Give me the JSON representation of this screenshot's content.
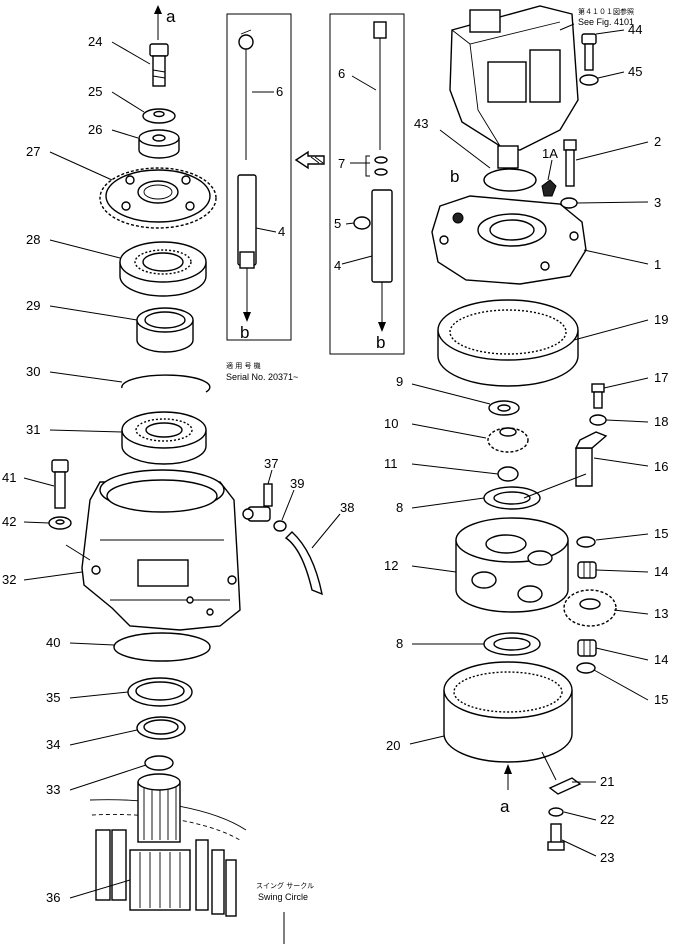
{
  "callouts": [
    {
      "id": "24",
      "text": "24"
    },
    {
      "id": "25",
      "text": "25"
    },
    {
      "id": "26",
      "text": "26"
    },
    {
      "id": "27",
      "text": "27"
    },
    {
      "id": "28",
      "text": "28"
    },
    {
      "id": "29",
      "text": "29"
    },
    {
      "id": "30",
      "text": "30"
    },
    {
      "id": "31",
      "text": "31"
    },
    {
      "id": "41",
      "text": "41"
    },
    {
      "id": "42",
      "text": "42"
    },
    {
      "id": "32",
      "text": "32"
    },
    {
      "id": "40",
      "text": "40"
    },
    {
      "id": "35",
      "text": "35"
    },
    {
      "id": "34",
      "text": "34"
    },
    {
      "id": "33",
      "text": "33"
    },
    {
      "id": "36",
      "text": "36"
    },
    {
      "id": "37",
      "text": "37"
    },
    {
      "id": "39",
      "text": "39"
    },
    {
      "id": "38",
      "text": "38"
    },
    {
      "id": "6a",
      "text": "6"
    },
    {
      "id": "4a",
      "text": "4"
    },
    {
      "id": "6b",
      "text": "6"
    },
    {
      "id": "7",
      "text": "7"
    },
    {
      "id": "5",
      "text": "5"
    },
    {
      "id": "4b",
      "text": "4"
    },
    {
      "id": "44",
      "text": "44"
    },
    {
      "id": "45",
      "text": "45"
    },
    {
      "id": "43",
      "text": "43"
    },
    {
      "id": "1A",
      "text": "1A"
    },
    {
      "id": "2",
      "text": "2"
    },
    {
      "id": "3",
      "text": "3"
    },
    {
      "id": "1",
      "text": "1"
    },
    {
      "id": "19",
      "text": "19"
    },
    {
      "id": "9",
      "text": "9"
    },
    {
      "id": "17",
      "text": "17"
    },
    {
      "id": "18",
      "text": "18"
    },
    {
      "id": "10",
      "text": "10"
    },
    {
      "id": "11",
      "text": "11"
    },
    {
      "id": "16",
      "text": "16"
    },
    {
      "id": "8a",
      "text": "8"
    },
    {
      "id": "15a",
      "text": "15"
    },
    {
      "id": "12",
      "text": "12"
    },
    {
      "id": "14a",
      "text": "14"
    },
    {
      "id": "13",
      "text": "13"
    },
    {
      "id": "8b",
      "text": "8"
    },
    {
      "id": "14b",
      "text": "14"
    },
    {
      "id": "15b",
      "text": "15"
    },
    {
      "id": "20",
      "text": "20"
    },
    {
      "id": "21",
      "text": "21"
    },
    {
      "id": "22",
      "text": "22"
    },
    {
      "id": "23",
      "text": "23"
    }
  ],
  "letters": {
    "a_top": "a",
    "a_bottom": "a",
    "b_left": "b",
    "b_right": "b",
    "b_housing": "b"
  },
  "notes": {
    "see_fig_jp": "第４１０１図参照",
    "see_fig": "See Fig. 4101",
    "serial_jp": "適 用 号 機",
    "serial": "Serial No. 20371~",
    "swing_circle_jp": "スイング サークル",
    "swing_circle": "Swing Circle"
  }
}
